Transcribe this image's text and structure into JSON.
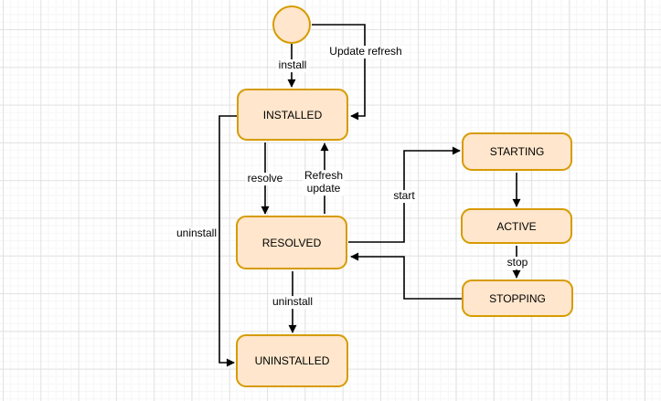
{
  "diagram": {
    "kind": "state-machine",
    "nodes": {
      "initial": {
        "kind": "initial-state-circle",
        "label": ""
      },
      "installed": {
        "label": "INSTALLED"
      },
      "resolved": {
        "label": "RESOLVED"
      },
      "uninstalled": {
        "label": "UNINSTALLED"
      },
      "starting": {
        "label": "STARTING"
      },
      "active": {
        "label": "ACTIVE"
      },
      "stopping": {
        "label": "STOPPING"
      }
    },
    "edges": [
      {
        "from": "initial",
        "to": "installed",
        "label": "install"
      },
      {
        "from": "initial",
        "to": "installed",
        "label": "Update refresh"
      },
      {
        "from": "installed",
        "to": "resolved",
        "label": "resolve"
      },
      {
        "from": "resolved",
        "to": "installed",
        "label": "Refresh update",
        "label_lines": [
          "Refresh",
          "update"
        ]
      },
      {
        "from": "installed",
        "to": "uninstalled",
        "label": "uninstall"
      },
      {
        "from": "resolved",
        "to": "uninstalled",
        "label": "uninstall"
      },
      {
        "from": "resolved",
        "to": "starting",
        "label": "start"
      },
      {
        "from": "starting",
        "to": "active",
        "label": ""
      },
      {
        "from": "active",
        "to": "stopping",
        "label": "stop"
      },
      {
        "from": "stopping",
        "to": "resolved",
        "label": ""
      }
    ],
    "colors": {
      "node_fill": "#FFE6CC",
      "node_stroke": "#D79B00",
      "edge": "#000000",
      "label_text": "#000000",
      "grid_major": "#E2E2E2",
      "grid_minor": "#F6F6F6",
      "canvas_bg": "#FFFFFF"
    }
  }
}
